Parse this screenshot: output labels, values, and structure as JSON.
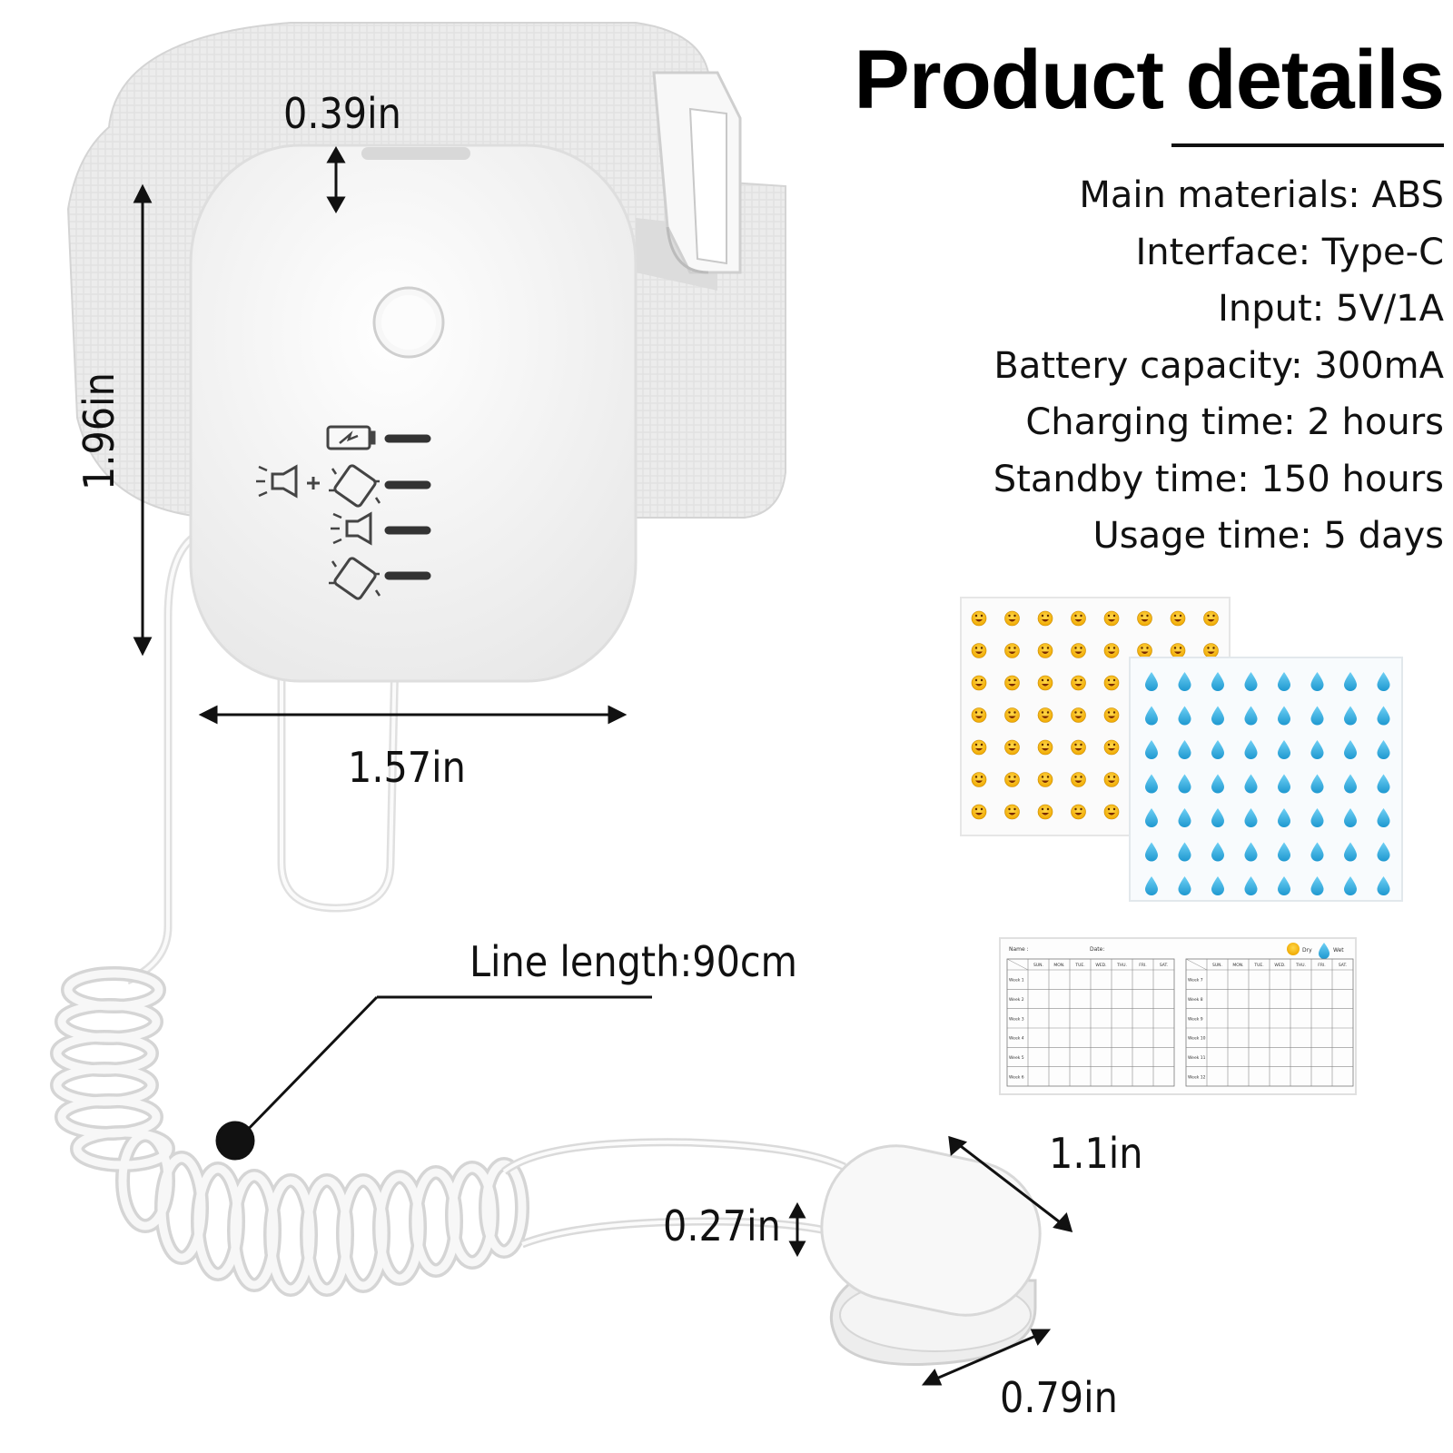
{
  "title": "Product details",
  "specs": [
    "Main materials: ABS",
    "Interface: Type-C",
    "Input: 5V/1A",
    "Battery capacity: 300mA",
    "Charging time: 2 hours",
    "Standby time: 150 hours",
    "Usage time: 5 days"
  ],
  "dimensions": {
    "top_gap": "0.39in",
    "device_height": "1.96in",
    "device_width": "1.57in",
    "line_length": "Line length:90cm",
    "sensor_width": "1.1in",
    "sensor_height": "0.27in",
    "sensor_depth": "0.79in"
  },
  "chart_sheet": {
    "name_label": "Name :",
    "date_label": "Date:",
    "dry_label": "Dry",
    "wet_label": "Wet",
    "days": [
      "SUN.",
      "MON.",
      "TUE.",
      "WED.",
      "THU.",
      "FRI.",
      "SAT."
    ],
    "weeks_left": [
      "Week 1",
      "Week 2",
      "Week 3",
      "Week 4",
      "Week 5",
      "Week 6"
    ],
    "weeks_right": [
      "Week 7",
      "Week 8",
      "Week 9",
      "Week 10",
      "Week 11",
      "Week 12"
    ]
  },
  "icons": [
    "battery-icon",
    "light-icon",
    "vibration-icon",
    "power-button-icon",
    "smiley-icon",
    "water-drop-icon"
  ],
  "colors": {
    "device": "#f4f4f4",
    "strap": "#ececec",
    "drop": "#3fb0e0",
    "smiley": "#f5b400"
  }
}
